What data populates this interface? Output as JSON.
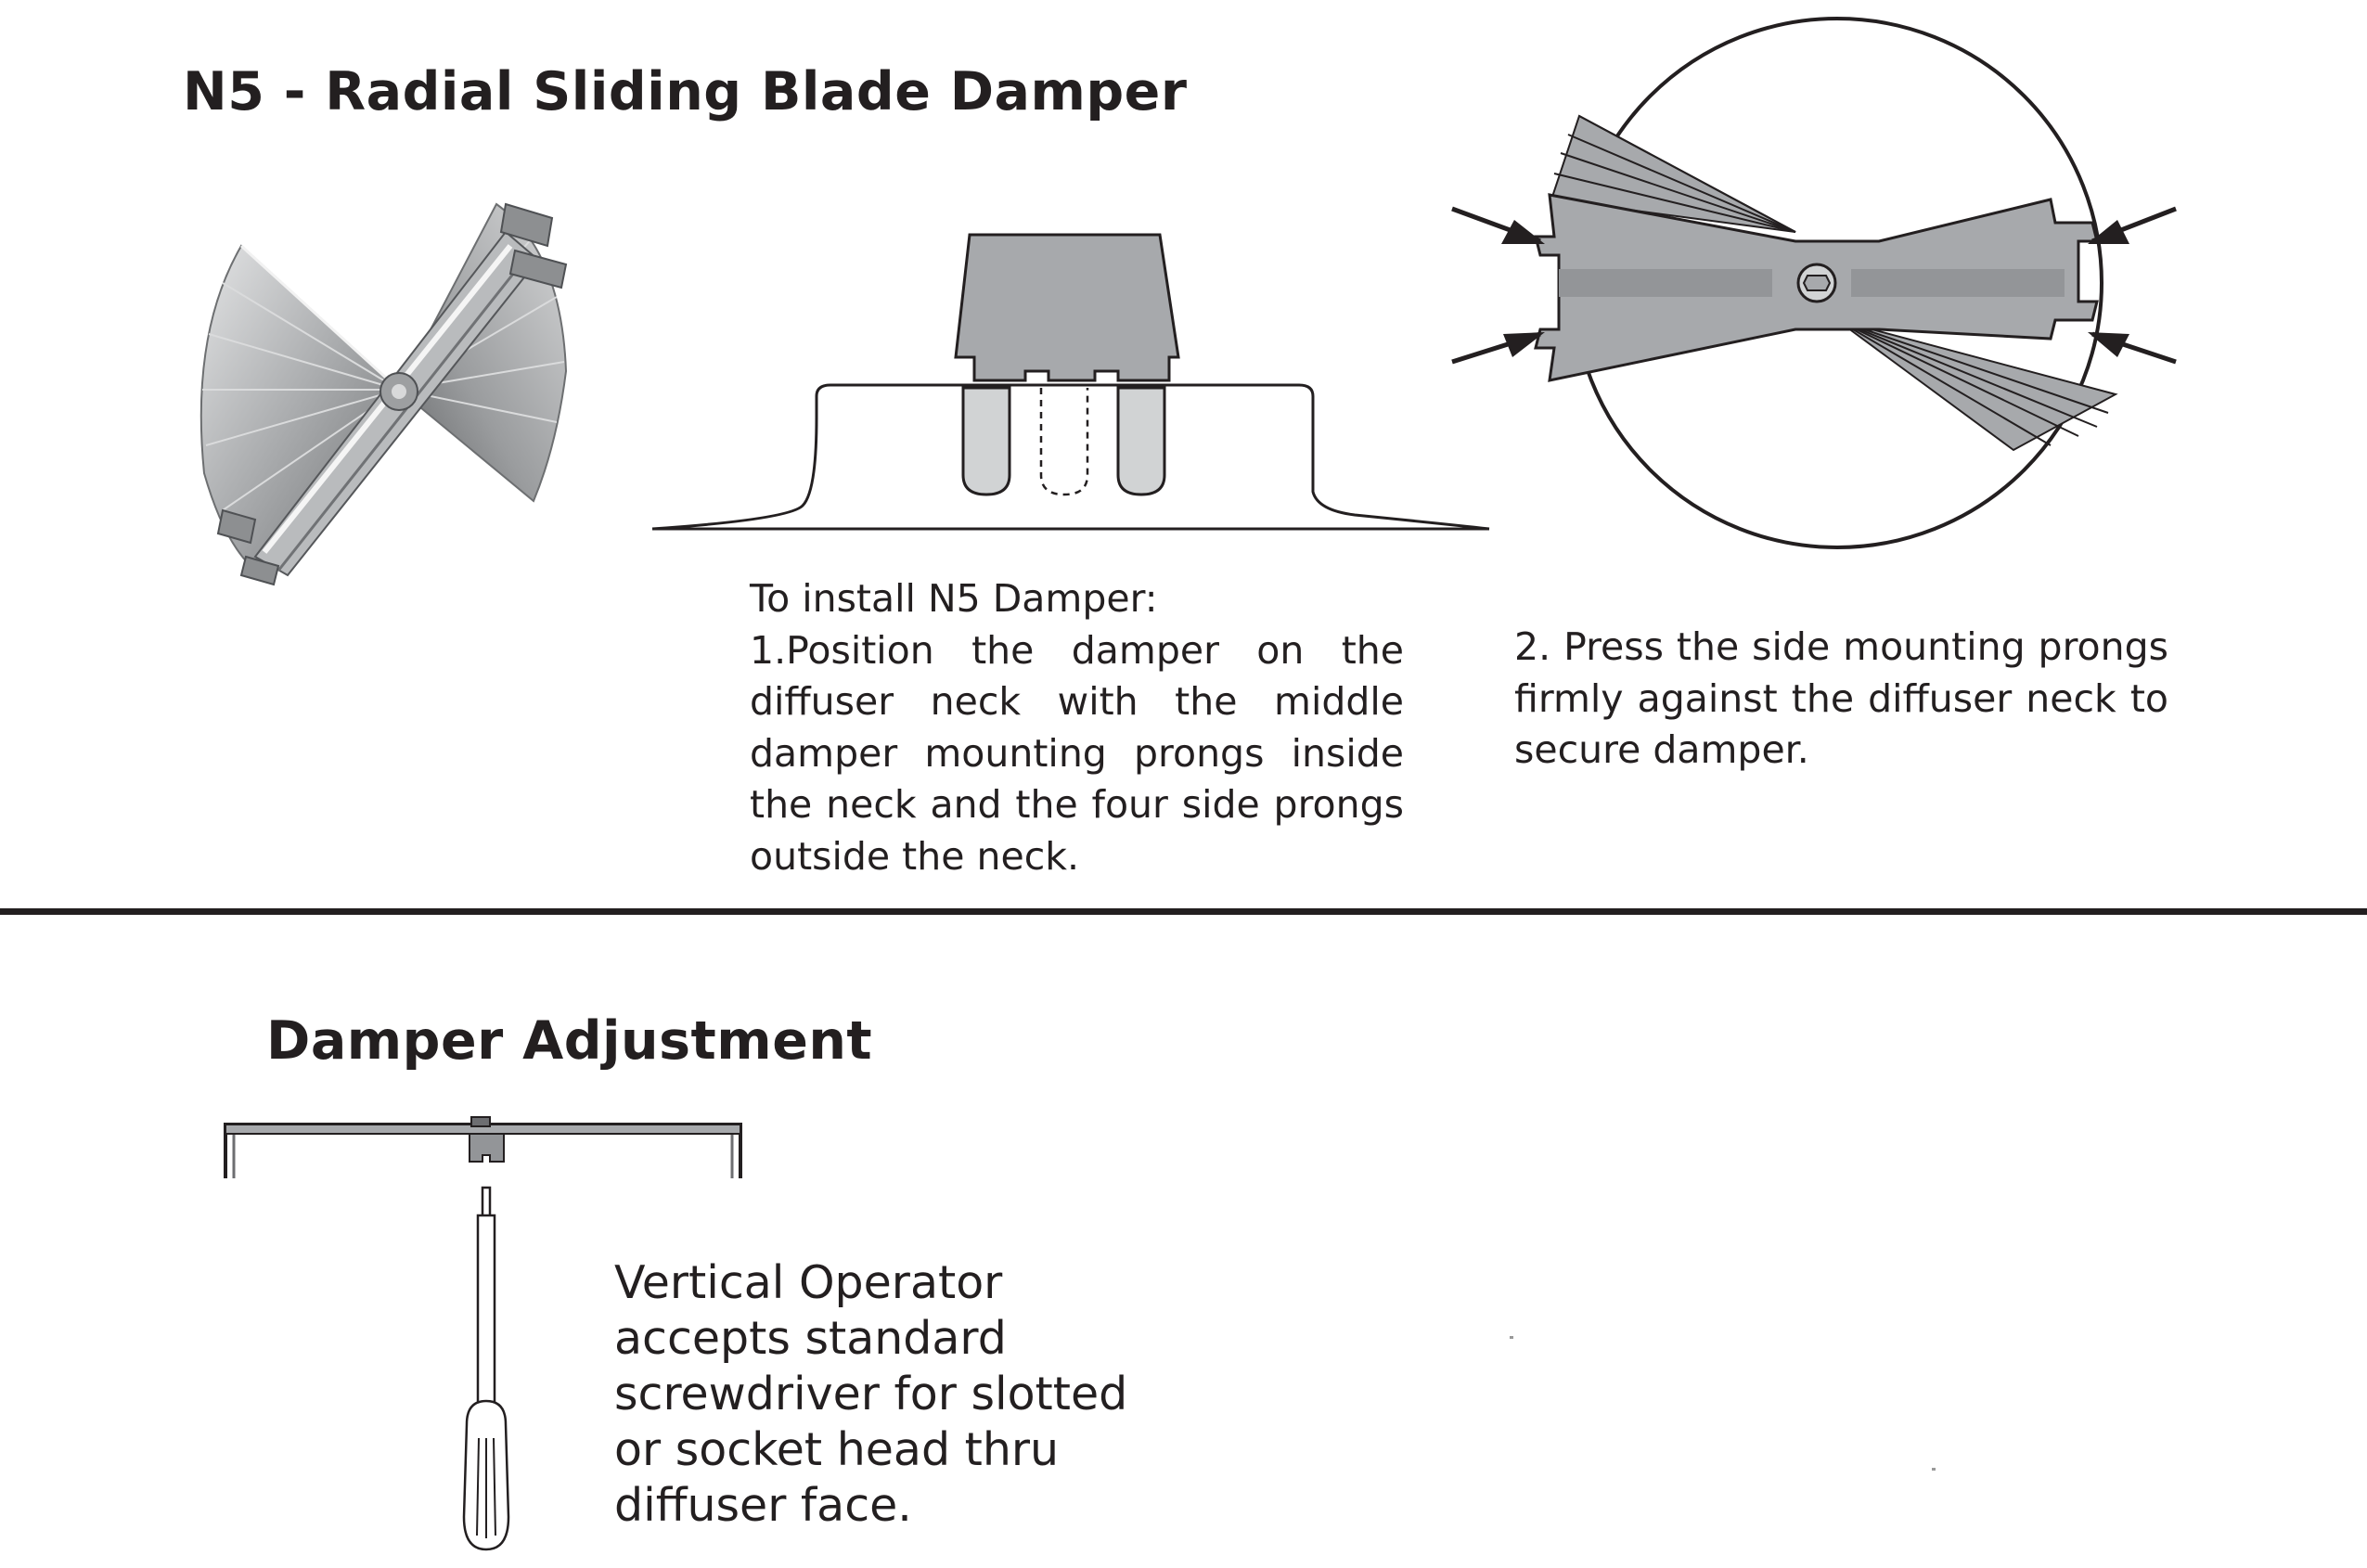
{
  "page": {
    "title": "N5 - Radial Sliding Blade Damper",
    "install": {
      "heading": "To install N5 Damper:",
      "step1": "1.Position the damper on the diffuser neck with the middle damper mounting prongs inside  the neck and the four side prongs outside the neck.",
      "step2": "2.  Press the side mounting prongs firmly against the diffuser neck to secure damper."
    },
    "adjustment": {
      "title": "Damper Adjustment",
      "description": "Vertical Operator accepts standard screwdriver for slotted or socket head thru diffuser face."
    }
  },
  "colors": {
    "text": "#231f20",
    "line": "#231f20",
    "damper_fill": "#a7a9ac",
    "prong_fill": "#d1d3d4",
    "metal_light": "#c8cacc",
    "metal_dark": "#7a7c7e"
  },
  "figures": {
    "damper_photo": "damper-photo",
    "neck_section": "diffuser-neck-section",
    "damper_top_view": "damper-top-view-circle",
    "operator": "vertical-operator-screwdriver"
  }
}
